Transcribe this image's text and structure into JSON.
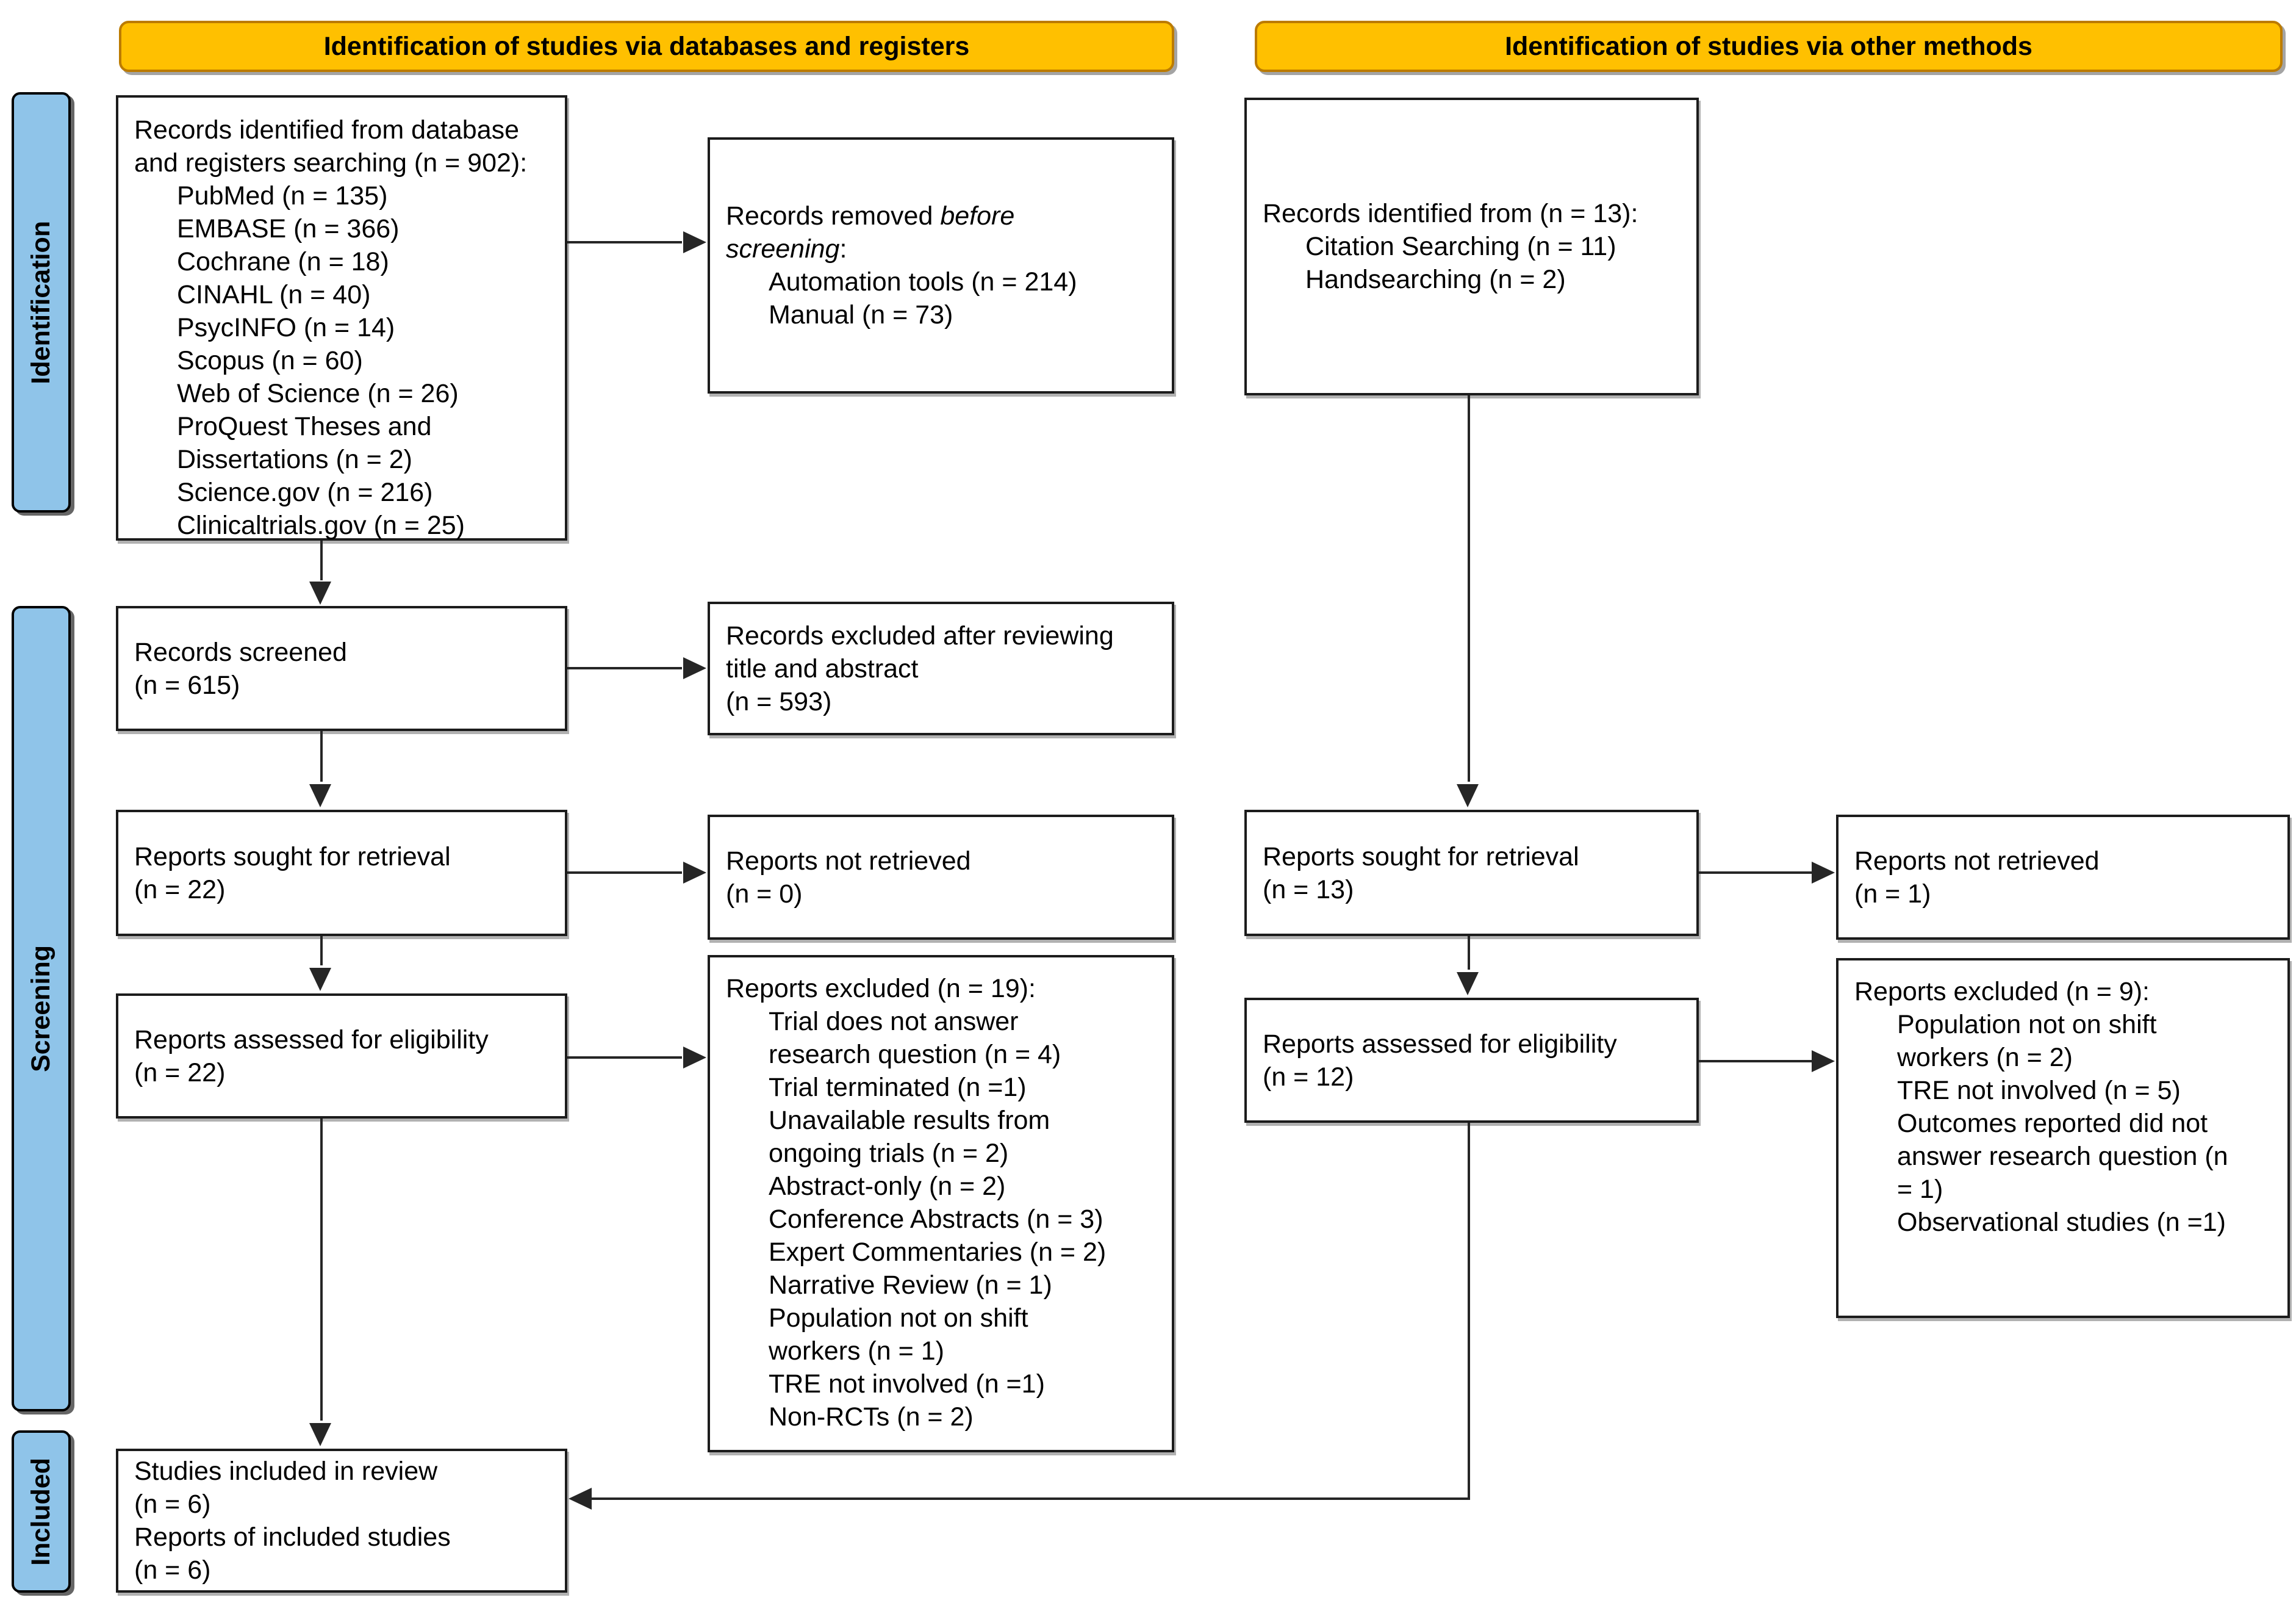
{
  "colors": {
    "accent_yellow": "#FFC000",
    "yellow_border": "#BC7B00",
    "sidebar_blue": "#8FC4E9",
    "line_color": "#262626",
    "box_border": "#1C1C1C"
  },
  "headers": {
    "left": "Identification of studies via databases and registers",
    "right": "Identification of studies via other methods"
  },
  "sidebar": {
    "identification": "Identification",
    "screening": "Screening",
    "included": "Included"
  },
  "boxes": {
    "db_identified": {
      "lines": [
        {
          "t": "Records identified from database"
        },
        {
          "t": "and registers searching (n = 902):"
        },
        {
          "t": "PubMed (n = 135)",
          "ind": true
        },
        {
          "t": "EMBASE (n = 366)",
          "ind": true
        },
        {
          "t": "Cochrane (n = 18)",
          "ind": true
        },
        {
          "t": "CINAHL (n = 40)",
          "ind": true
        },
        {
          "t": "PsycINFO (n = 14)",
          "ind": true
        },
        {
          "t": "Scopus (n = 60)",
          "ind": true
        },
        {
          "t": "Web of Science (n = 26)",
          "ind": true
        },
        {
          "t": "ProQuest Theses and",
          "ind": true
        },
        {
          "t": "Dissertations (n = 2)",
          "ind": true
        },
        {
          "t": "Science.gov (n = 216)",
          "ind": true
        },
        {
          "t": "Clinicaltrials.gov (n = 25)",
          "ind": true
        }
      ]
    },
    "removed_before_screening": {
      "lines": [
        {
          "parts": [
            {
              "t": "Records removed "
            },
            {
              "t": "before",
              "i": true
            }
          ]
        },
        {
          "parts": [
            {
              "t": "screening",
              "i": true
            },
            {
              "t": ":"
            }
          ]
        },
        {
          "t": "Automation tools (n = 214)",
          "ind": true
        },
        {
          "t": "Manual (n = 73)",
          "ind": true
        }
      ]
    },
    "other_identified": {
      "lines": [
        {
          "t": "Records identified from (n = 13):"
        },
        {
          "t": "Citation Searching (n = 11)",
          "ind": true
        },
        {
          "t": "Handsearching (n = 2)",
          "ind": true
        }
      ]
    },
    "records_screened": {
      "lines": [
        {
          "t": "Records screened"
        },
        {
          "t": "(n = 615)"
        }
      ]
    },
    "records_excluded_review": {
      "lines": [
        {
          "t": "Records excluded after reviewing"
        },
        {
          "t": "title and abstract"
        },
        {
          "t": "(n = 593)"
        }
      ]
    },
    "reports_sought_left": {
      "lines": [
        {
          "t": "Reports sought for retrieval"
        },
        {
          "t": "(n = 22)"
        }
      ]
    },
    "reports_not_retrieved_left": {
      "lines": [
        {
          "t": "Reports not retrieved"
        },
        {
          "t": "(n = 0)"
        }
      ]
    },
    "reports_sought_right": {
      "lines": [
        {
          "t": "Reports sought for retrieval"
        },
        {
          "t": "(n = 13)"
        }
      ]
    },
    "reports_not_retrieved_right": {
      "lines": [
        {
          "t": "Reports not retrieved"
        },
        {
          "t": "(n = 1)"
        }
      ]
    },
    "reports_assessed_left": {
      "lines": [
        {
          "t": "Reports assessed for eligibility"
        },
        {
          "t": "(n = 22)"
        }
      ]
    },
    "reports_assessed_right": {
      "lines": [
        {
          "t": "Reports assessed for eligibility"
        },
        {
          "t": "(n = 12)"
        }
      ]
    },
    "reports_excluded_19": {
      "lines": [
        {
          "t": "Reports excluded (n = 19):"
        },
        {
          "t": "Trial does not answer",
          "ind": true
        },
        {
          "t": "research question (n = 4)",
          "ind": true
        },
        {
          "t": "Trial terminated (n =1)",
          "ind": true
        },
        {
          "t": "Unavailable results from",
          "ind": true
        },
        {
          "t": "ongoing trials (n = 2)",
          "ind": true
        },
        {
          "t": "Abstract-only (n = 2)",
          "ind": true
        },
        {
          "t": "Conference Abstracts (n = 3)",
          "ind": true
        },
        {
          "t": "Expert Commentaries (n = 2)",
          "ind": true
        },
        {
          "t": "Narrative Review (n = 1)",
          "ind": true
        },
        {
          "t": "Population not on shift",
          "ind": true
        },
        {
          "t": "workers (n = 1)",
          "ind": true
        },
        {
          "t": "TRE not involved (n =1)",
          "ind": true
        },
        {
          "t": "Non-RCTs (n = 2)",
          "ind": true
        }
      ]
    },
    "reports_excluded_9": {
      "lines": [
        {
          "t": "Reports excluded (n = 9):"
        },
        {
          "t": "Population not on shift",
          "ind": true
        },
        {
          "t": "workers (n = 2)",
          "ind": true
        },
        {
          "t": "TRE not involved (n = 5)",
          "ind": true
        },
        {
          "t": "Outcomes reported did not",
          "ind": true
        },
        {
          "t": "answer research question (n",
          "ind": true
        },
        {
          "t": "= 1)",
          "ind": true
        },
        {
          "t": "Observational studies (n =1)",
          "ind": true
        }
      ]
    },
    "studies_included": {
      "lines": [
        {
          "t": "Studies included in review"
        },
        {
          "t": "(n = 6)"
        },
        {
          "t": "Reports of included studies"
        },
        {
          "t": "(n = 6)"
        }
      ]
    }
  }
}
